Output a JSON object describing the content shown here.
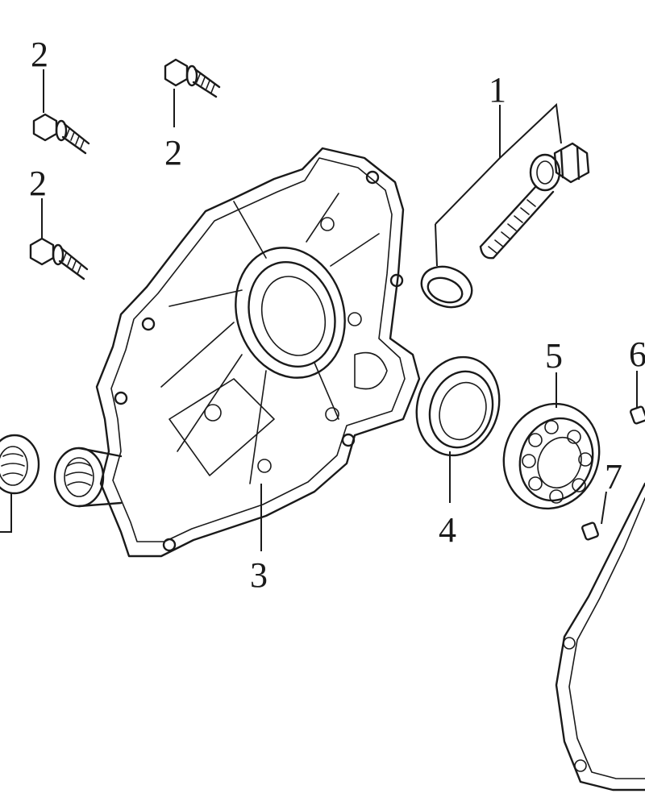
{
  "diagram": {
    "callouts": [
      {
        "id": "c1",
        "text": "1"
      },
      {
        "id": "c2a",
        "text": "2"
      },
      {
        "id": "c2b",
        "text": "2"
      },
      {
        "id": "c2c",
        "text": "2"
      },
      {
        "id": "c3",
        "text": "3"
      },
      {
        "id": "c4",
        "text": "4"
      },
      {
        "id": "c5",
        "text": "5"
      },
      {
        "id": "c6",
        "text": "6"
      },
      {
        "id": "c7",
        "text": "7"
      }
    ]
  }
}
